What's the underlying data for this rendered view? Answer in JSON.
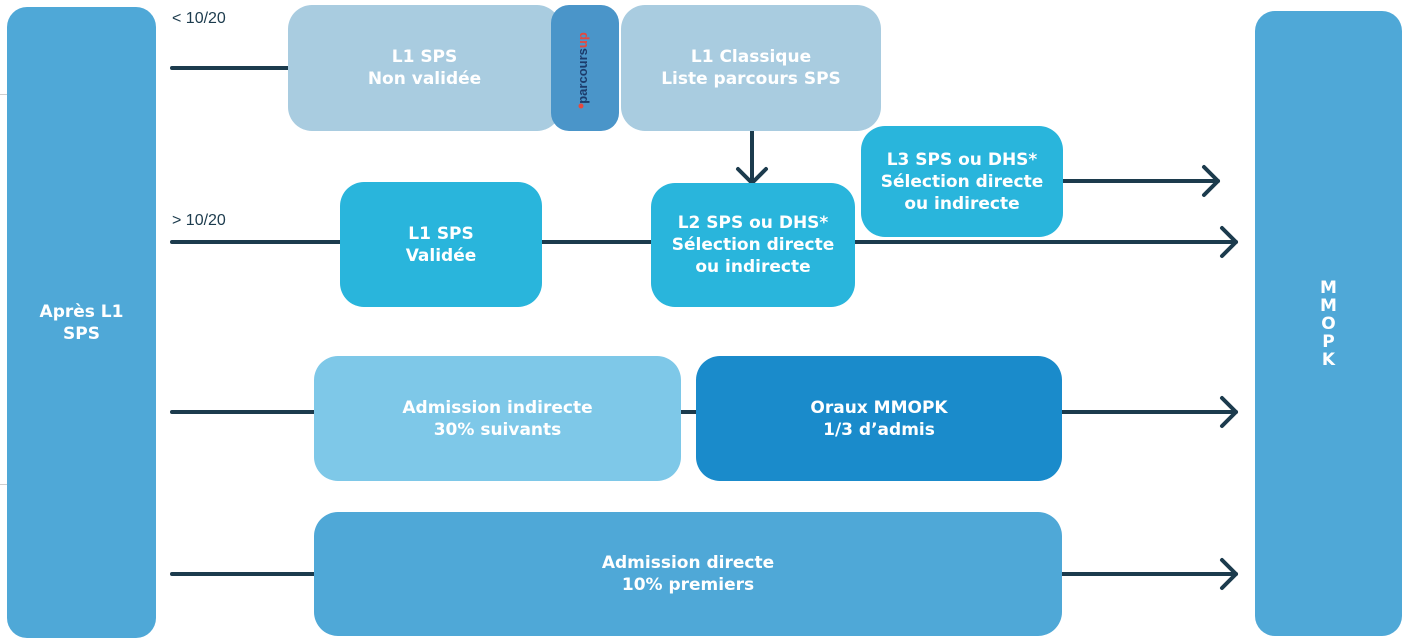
{
  "left_panel": {
    "line1": "Après L1",
    "line2": "SPS"
  },
  "right_panel": {
    "letters": [
      "M",
      "M",
      "O",
      "P",
      "K"
    ]
  },
  "row_labels": {
    "below": "< 10/20",
    "above": "> 10/20"
  },
  "boxes": {
    "l1_non_validee": {
      "line1": "L1 SPS",
      "line2": "Non validée"
    },
    "parcoursup_logo": {
      "text": "parcoursup"
    },
    "l1_classique": {
      "line1": "L1 Classique",
      "line2": "Liste parcours SPS"
    },
    "l1_validee": {
      "line1": "L1 SPS",
      "line2": "Validée"
    },
    "l2": {
      "line1": "L2 SPS ou DHS*",
      "line2": "Sélection directe",
      "line3": "ou indirecte"
    },
    "l3": {
      "line1": "L3 SPS ou DHS*",
      "line2": "Sélection directe",
      "line3": "ou indirecte"
    },
    "admission_indirecte": {
      "line1": "Admission indirecte",
      "line2": "30% suivants"
    },
    "oraux": {
      "line1": "Oraux MMOPK",
      "line2": "1/3 d’admis"
    },
    "admission_directe": {
      "line1": "Admission directe",
      "line2": "10% premiers"
    }
  },
  "colors": {
    "line": "#1c3b4d",
    "pale_box": "#a9cce0",
    "cyan_box": "#29b5dc",
    "light_box": "#7ec8e8",
    "dark_box": "#1a8bcb",
    "mid_box": "#4fa8d7"
  },
  "icons": [
    "arrow-right-icon",
    "arrow-down-icon",
    "parcoursup-logo"
  ]
}
